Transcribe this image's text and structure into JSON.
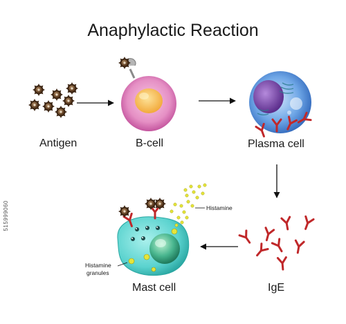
{
  "title": "Anaphylactic Reaction",
  "labels": {
    "antigen": "Antigen",
    "bcell": "B-cell",
    "plasma": "Plasma cell",
    "ige": "IgE",
    "mast": "Mast cell",
    "histamine": "Histamine",
    "granules_line1": "Histamine",
    "granules_line2": "granules"
  },
  "stock_id": "515999060",
  "colors": {
    "antigen_body": "#6b4a2b",
    "antigen_spike": "#3b2412",
    "bcell_outer": "#e58fc4",
    "bcell_nucleus": "#f2a93b",
    "plasma_outer": "#6ea6e6",
    "plasma_nucleus": "#7a4ca8",
    "antibody": "#c0282a",
    "mast_body": "#5bd3cf",
    "mast_nucleus": "#2f9d7e",
    "histamine": "#e6e53a",
    "arrow": "#111111"
  }
}
